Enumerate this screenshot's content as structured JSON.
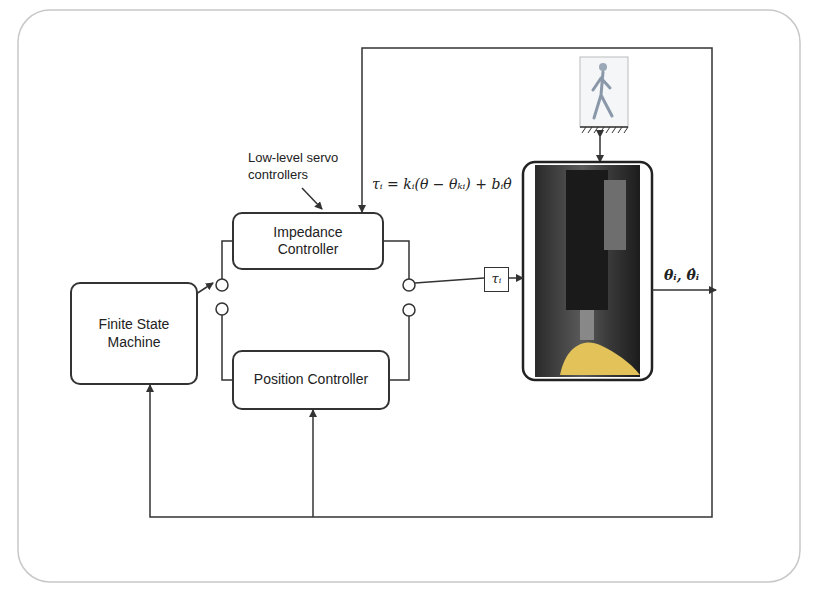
{
  "diagram": {
    "nodes": [
      {
        "text": [
          "Finite State Machine"
        ]
      },
      {
        "text": [
          "Impedance Controller"
        ]
      },
      {
        "text": [
          "Position Controller"
        ]
      },
      {
        "text": [
          "τᵢ"
        ]
      }
    ],
    "labels": [
      "Low-level servo controllers",
      "τᵢ = kᵢ(θ − θₖᵢ) + bᵢθ̇",
      "θᵢ, θ̇ᵢ"
    ]
  }
}
